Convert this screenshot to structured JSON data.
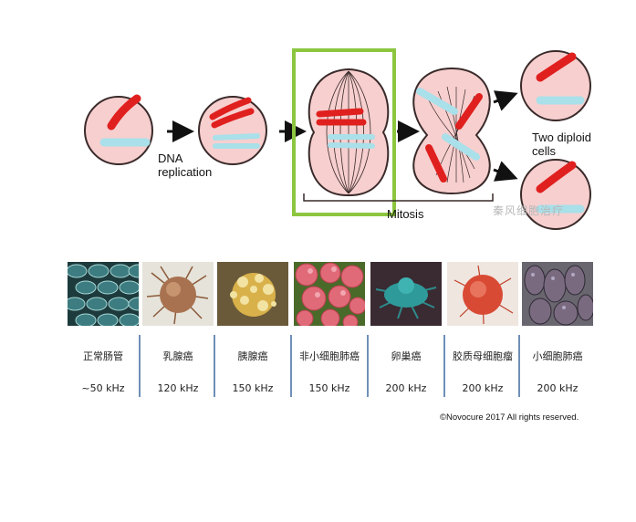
{
  "diagram": {
    "labels": {
      "dna_replication_line1": "DNA",
      "dna_replication_line2": "replication",
      "mitosis": "Mitosis",
      "two_diploid_line1": "Two diploid",
      "two_diploid_line2": "cells"
    },
    "watermark": "秦风细胞治疗",
    "colors": {
      "cell_fill": "#f7cfcf",
      "cell_stroke": "#3a2a2a",
      "chromosome_red": "#e0201e",
      "chromosome_blue": "#a9e0ea",
      "highlight": "#8cc63f"
    }
  },
  "table": {
    "columns": [
      {
        "name": "正常肠管",
        "freq": "~50 kHz"
      },
      {
        "name": "乳腺癌",
        "freq": "120 kHz"
      },
      {
        "name": "胰腺癌",
        "freq": "150 kHz"
      },
      {
        "name": "非小细胞肺癌",
        "freq": "150 kHz"
      },
      {
        "name": "卵巢癌",
        "freq": "200 kHz"
      },
      {
        "name": "胶质母细胞瘤",
        "freq": "200 kHz"
      },
      {
        "name": "小细胞肺癌",
        "freq": "200 kHz"
      }
    ]
  },
  "copyright": "©Novocure 2017 All rights reserved."
}
